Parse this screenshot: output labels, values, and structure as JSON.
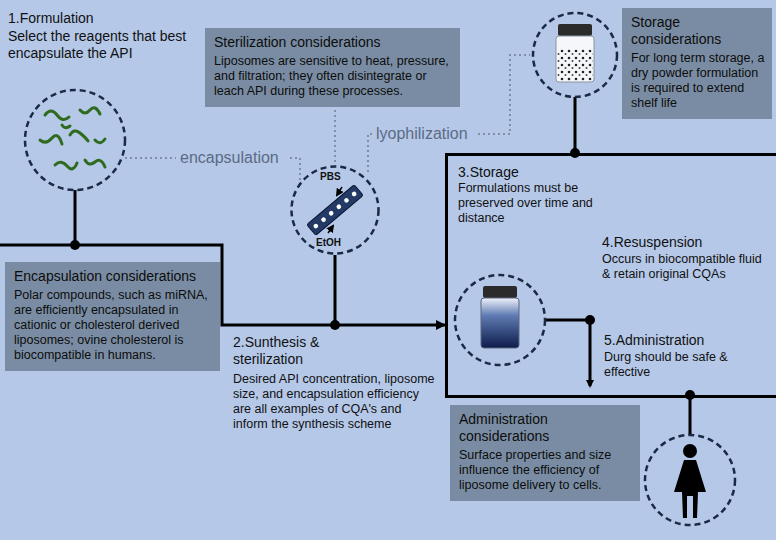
{
  "diagram": {
    "nodes": [
      {
        "text": [
          "Sterilization considerations",
          "Liposomes are sensitive to heat, pressure, and filtration; they often disintegrate or leach API during these processes."
        ]
      },
      {
        "text": [
          "Storage considerations",
          "For long term storage, a dry powder formulation is required to extend shelf life"
        ]
      },
      {
        "text": [
          "PBS",
          "EtOH"
        ]
      },
      {
        "text": [
          "3.Storage",
          "Formulations must be preserved over time and distance"
        ]
      },
      {
        "text": [
          "Encapsulation considerations",
          "Polar compounds, such as miRNA, are efficiently encapsulated in cationic or cholesterol derived liposomes; ovine cholesterol is biocompatible in humans."
        ]
      },
      {
        "text": [
          "Administration considerations",
          "Surface properties and size influence the efficiency of liposome delivery to cells."
        ]
      }
    ],
    "edges": [
      {
        "from": 2,
        "to": 3,
        "arrow": "to"
      }
    ],
    "labels": [
      "1.Formulation",
      "Select the reagents that best encapsulate the API",
      "encapsulation",
      "lyophilization",
      "2.Sunthesis & sterilization",
      "Desired API concentration, liposome size, and encapsulation efficiency are all examples of CQA's and inform the synthesis scheme",
      "4.Resuspension",
      "Occurs in biocompatible fluid & retain original CQAs",
      "5.Administration",
      "Durg should be safe & effective"
    ]
  }
}
